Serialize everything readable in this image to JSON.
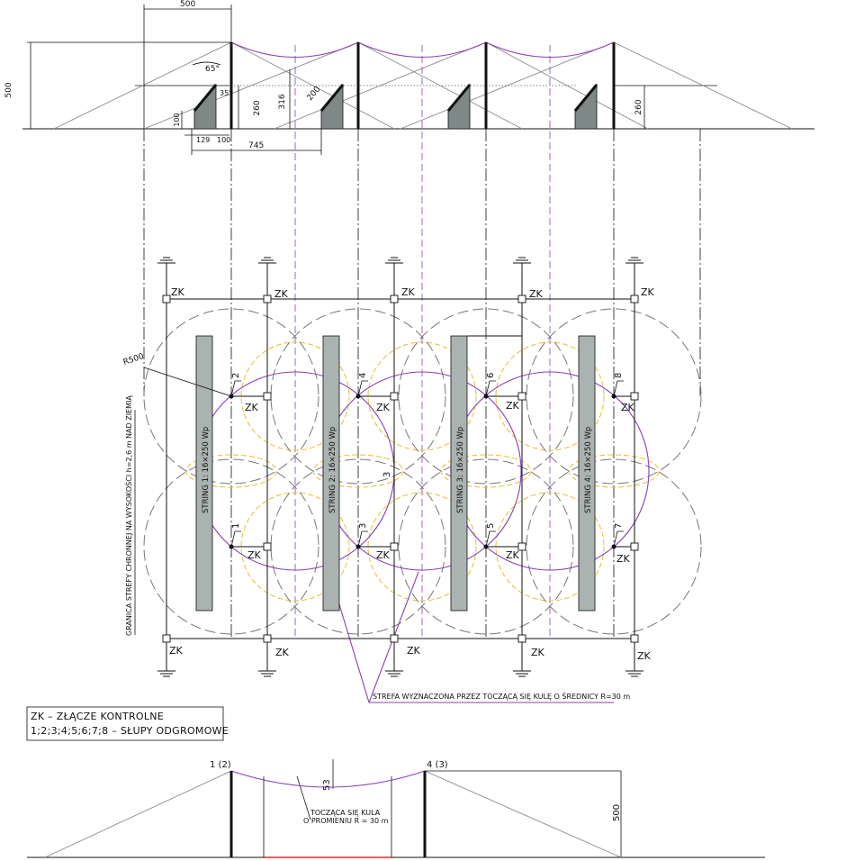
{
  "elevation": {
    "dim_width": "500",
    "dim_height": "500",
    "angle": "65°",
    "angle_small": "35°",
    "dim_panel_len": "200",
    "dim_h316": "316",
    "dim_h260_left": "260",
    "dim_h260_right": "260",
    "dim_100_h": "100",
    "dim_129": "129",
    "dim_100_w": "100",
    "dim_745": "745"
  },
  "plan": {
    "zk": "ZK",
    "radius_label": "R500",
    "strings": [
      "STRING 1: 16×250 Wp",
      "STRING 2: 16×250 Wp",
      "STRING 3: 16×250 Wp",
      "STRING 4: 16×250 Wp"
    ],
    "pole_numbers": [
      "1",
      "2",
      "3",
      "4",
      "5",
      "6",
      "7",
      "8"
    ],
    "mid_label": "3",
    "zone_border_label": "GRANICA STREFY CHRONNEJ NA WYSOKOŚCI  h=2,6 m NAD ZIEMIĄ",
    "rolling_zone_label": "STREFA WYZNACZONA PRZEZ TOCZĄCĄ SIĘ KULĘ O ŚREDNICY R=30 m"
  },
  "legend": {
    "line1": "ZK – ZŁĄCZE KONTROLNE",
    "line2": "1;2;3;4;5;6;7;8 – SŁUPY ODGROMOWE"
  },
  "section": {
    "pole_left": "1 (2)",
    "pole_right": "4 (3)",
    "sag": "53",
    "sphere_line1": "TOCZĄCA SIĘ KULA",
    "sphere_line2": "O PROMIENIU R = 30 m",
    "height": "500"
  },
  "colors": {
    "line": "#111111",
    "purple": "#8a3fb8",
    "yellow": "#e3c02a",
    "circle_gray": "#777777",
    "panel": "#aab3b1",
    "panel_dark": "#7e8886",
    "red": "#d9302a"
  }
}
